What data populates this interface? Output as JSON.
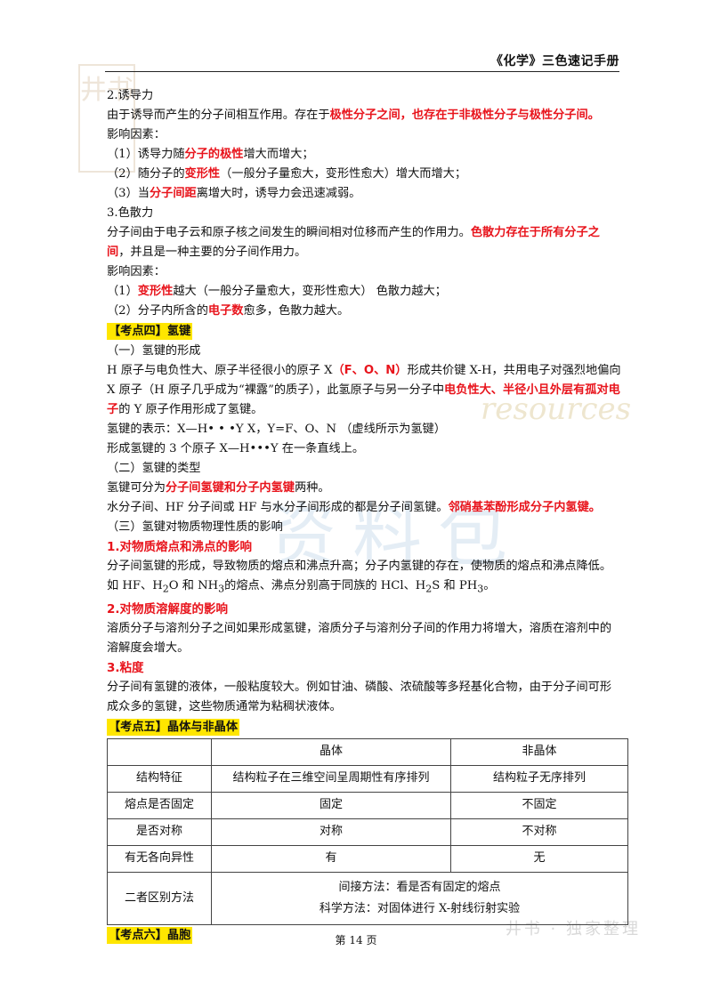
{
  "header": {
    "title": "《化学》三色速记手册"
  },
  "watermarks": {
    "stamp": "井书",
    "big": "资料包",
    "script": "resources",
    "bottom": "井书 · 独家整理"
  },
  "sec2": {
    "heading": "2.诱导力",
    "def_a": "由于诱导而产生的分子间相互作用。存在于",
    "def_b": "极性分子之间，也存在于非极性分子与极性分子间。",
    "factors": "影响因素：",
    "f1_a": "（1）诱导力随",
    "f1_b": "分子的极性",
    "f1_c": "增大而增大；",
    "f2_a": "（2）随分子的",
    "f2_b": "变形性",
    "f2_c": "（一般分子量愈大，变形性愈大）增大而增大；",
    "f3_a": "（3）当",
    "f3_b": "分子间距",
    "f3_c": "离增大时，诱导力会迅速减弱。"
  },
  "sec3": {
    "heading": "3.色散力",
    "def_a": "分子间由于电子云和原子核之间发生的瞬间相对位移而产生的作用力。",
    "def_b": "色散力存在于所有分子之间",
    "def_c": "，并且是一种主要的分子间作用力。",
    "factors": "影响因素：",
    "f1_a": "（1）",
    "f1_b": "变形性",
    "f1_c": "越大（一般分子量愈大，变形性愈大）  色散力越大；",
    "f2_a": "（2）分子内所含的",
    "f2_b": "电子数",
    "f2_c": "愈多，色散力越大。"
  },
  "kd4": {
    "title": "【考点四】氢键",
    "s1": "（一）氢键的形成",
    "p1_a": "H 原子与电负性大、原子半径很小的原子 X",
    "p1_b": "（F、O、N）",
    "p1_c": "形成共价键 X-H，共用电子对强烈地偏向 X 原子（H 原子几乎成为“裸露”的质子），此氢原子与另一分子中",
    "p1_d": "电负性大、半径小且外层有孤对电子",
    "p1_e": "的 Y 原子作用形成了氢键。",
    "p2": "氢键的表示：X—H• • •Y  X，Y=F、O、N （虚线所示为氢键）",
    "p3": "形成氢键的 3 个原子 X—H•••Y 在一条直线上。",
    "s2": "（二）氢键的类型",
    "p4_a": "氢键可分为",
    "p4_b": "分子间氢键和分子内氢键",
    "p4_c": "两种。",
    "p5_a": "水分子间、HF 分子间或 HF 与水分子间形成的都是分子间氢键。",
    "p5_b": "邻硝基苯酚形成分子内氢键。",
    "s3": "（三）氢键对物质物理性质的影响",
    "h1": "1.对物质熔点和沸点的影响",
    "p6": "分子间氢键的形成，导致物质的熔点和沸点升高；分子内氢键的存在，使物质的熔点和沸点降低。",
    "p7_a": "如 HF、H",
    "p7_sub1": "2",
    "p7_b": "O 和 NH",
    "p7_sub2": "3",
    "p7_c": "的熔点、沸点分别高于同族的 HCl、H",
    "p7_sub3": "2",
    "p7_d": "S 和 PH",
    "p7_sub4": "3",
    "p7_e": "。",
    "h2": "2.对物质溶解度的影响",
    "p8": "溶质分子与溶剂分子之间如果形成氢键，溶质分子与溶剂分子间的作用力将增大，溶质在溶剂中的溶解度会增大。",
    "h3": "3.粘度",
    "p9": "分子间有氢键的液体，一般粘度较大。例如甘油、磷酸、浓硫酸等多羟基化合物，由于分子间可形成众多的氢键，这些物质通常为粘稠状液体。"
  },
  "kd5": {
    "title": "【考点五】晶体与非晶体",
    "table": {
      "headers": [
        "",
        "晶体",
        "非晶体"
      ],
      "rows": [
        [
          "结构特征",
          "结构粒子在三维空间呈周期性有序排列",
          "结构粒子无序排列"
        ],
        [
          "熔点是否固定",
          "固定",
          "不固定"
        ],
        [
          "是否对称",
          "对称",
          "不对称"
        ],
        [
          "有无各向异性",
          "有",
          "无"
        ]
      ],
      "last_label": "二者区别方法",
      "last_line1": "间接方法：看是否有固定的熔点",
      "last_line2": "科学方法：对固体进行 X-射线衍射实验"
    }
  },
  "kd6": {
    "title": "【考点六】晶胞"
  },
  "footer": {
    "page": "第 14 页"
  }
}
